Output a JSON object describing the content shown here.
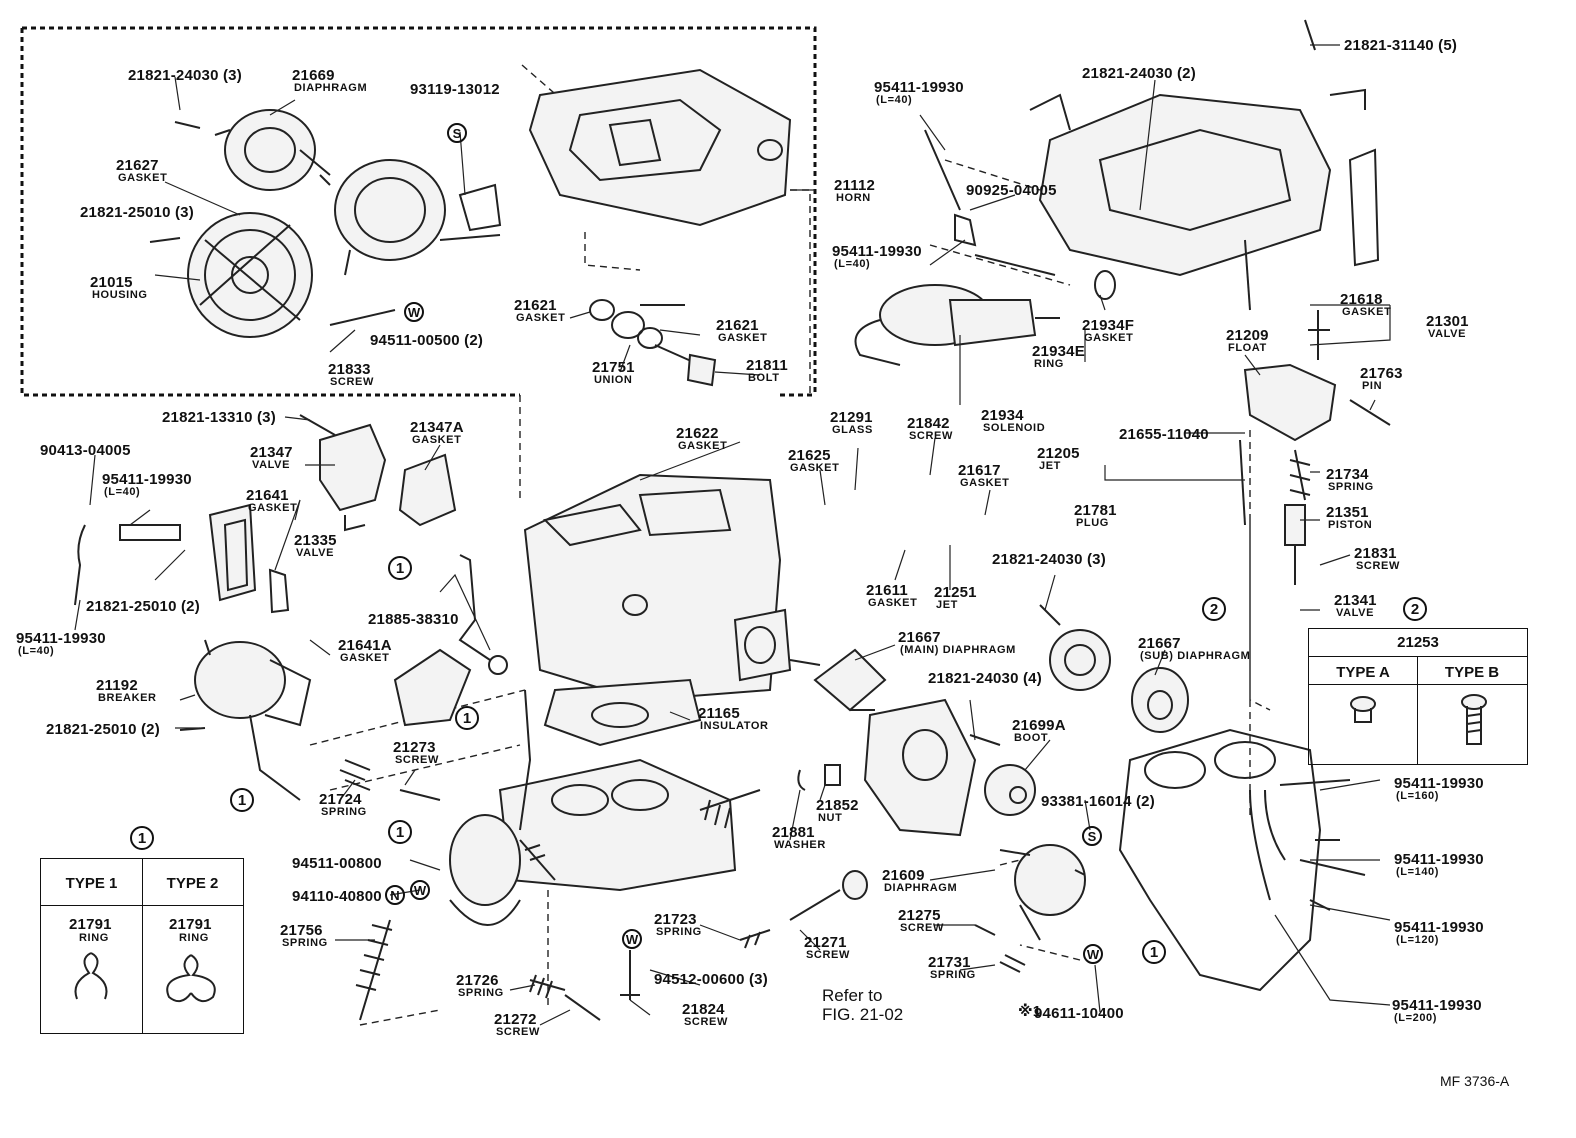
{
  "labels": [
    {
      "id": "l1",
      "pn": "21821-24030 (3)",
      "name": ""
    },
    {
      "id": "l2",
      "pn": "21669",
      "name": "DIAPHRAGM"
    },
    {
      "id": "l3",
      "pn": "93119-13012",
      "name": ""
    },
    {
      "id": "l4",
      "pn": "21627",
      "name": "GASKET"
    },
    {
      "id": "l5",
      "pn": "21821-25010 (3)",
      "name": ""
    },
    {
      "id": "l6",
      "pn": "21015",
      "name": "HOUSING"
    },
    {
      "id": "l7",
      "pn": "94511-00500 (2)",
      "name": ""
    },
    {
      "id": "l8",
      "pn": "21833",
      "name": "SCREW"
    },
    {
      "id": "l9",
      "pn": "21621",
      "name": "GASKET"
    },
    {
      "id": "l10",
      "pn": "21621",
      "name": "GASKET"
    },
    {
      "id": "l11",
      "pn": "21751",
      "name": "UNION"
    },
    {
      "id": "l12",
      "pn": "21811",
      "name": "BOLT"
    },
    {
      "id": "l13",
      "pn": "21112",
      "name": "HORN"
    },
    {
      "id": "l14",
      "pn": "21821-31140 (5)",
      "name": ""
    },
    {
      "id": "l15",
      "pn": "95411-19930",
      "name": "(L=40)"
    },
    {
      "id": "l16",
      "pn": "21821-24030 (2)",
      "name": ""
    },
    {
      "id": "l17",
      "pn": "90925-04005",
      "name": ""
    },
    {
      "id": "l18",
      "pn": "95411-19930",
      "name": "(L=40)"
    },
    {
      "id": "l19",
      "pn": "21934F",
      "name": "GASKET"
    },
    {
      "id": "l20",
      "pn": "21934E",
      "name": "RING"
    },
    {
      "id": "l21",
      "pn": "21934",
      "name": "SOLENOID"
    },
    {
      "id": "l22",
      "pn": "21618",
      "name": "GASKET"
    },
    {
      "id": "l23",
      "pn": "21301",
      "name": "VALVE"
    },
    {
      "id": "l24",
      "pn": "21209",
      "name": "FLOAT"
    },
    {
      "id": "l25",
      "pn": "21763",
      "name": "PIN"
    },
    {
      "id": "l26",
      "pn": "21821-13310 (3)",
      "name": ""
    },
    {
      "id": "l27",
      "pn": "21347A",
      "name": "GASKET"
    },
    {
      "id": "l28",
      "pn": "90413-04005",
      "name": ""
    },
    {
      "id": "l29",
      "pn": "21347",
      "name": "VALVE"
    },
    {
      "id": "l30",
      "pn": "95411-19930",
      "name": "(L=40)"
    },
    {
      "id": "l31",
      "pn": "21641",
      "name": "GASKET"
    },
    {
      "id": "l32",
      "pn": "21335",
      "name": "VALVE"
    },
    {
      "id": "l33",
      "pn": "21821-25010 (2)",
      "name": ""
    },
    {
      "id": "l34",
      "pn": "95411-19930",
      "name": "(L=40)"
    },
    {
      "id": "l35",
      "pn": "21622",
      "name": "GASKET"
    },
    {
      "id": "l36",
      "pn": "21291",
      "name": "GLASS"
    },
    {
      "id": "l37",
      "pn": "21842",
      "name": "SCREW"
    },
    {
      "id": "l38",
      "pn": "21625",
      "name": "GASKET"
    },
    {
      "id": "l39",
      "pn": "21617",
      "name": "GASKET"
    },
    {
      "id": "l40",
      "pn": "21781",
      "name": "PLUG"
    },
    {
      "id": "l41",
      "pn": "21655-11040",
      "name": ""
    },
    {
      "id": "l42",
      "pn": "21205",
      "name": "JET"
    },
    {
      "id": "l43",
      "pn": "21734",
      "name": "SPRING"
    },
    {
      "id": "l44",
      "pn": "21351",
      "name": "PISTON"
    },
    {
      "id": "l45",
      "pn": "21831",
      "name": "SCREW"
    },
    {
      "id": "l46",
      "pn": "21611",
      "name": "GASKET"
    },
    {
      "id": "l47",
      "pn": "21251",
      "name": "JET"
    },
    {
      "id": "l48",
      "pn": "21821-24030 (3)",
      "name": ""
    },
    {
      "id": "l49",
      "pn": "21341",
      "name": "VALVE"
    },
    {
      "id": "l50",
      "pn": "21885-38310",
      "name": ""
    },
    {
      "id": "l51",
      "pn": "21641A",
      "name": "GASKET"
    },
    {
      "id": "l52",
      "pn": "21667",
      "name": "(MAIN) DIAPHRAGM"
    },
    {
      "id": "l53",
      "pn": "21667",
      "name": "(SUB) DIAPHRAGM"
    },
    {
      "id": "l54",
      "pn": "21192",
      "name": "BREAKER"
    },
    {
      "id": "l55",
      "pn": "21821-25010 (2)",
      "name": ""
    },
    {
      "id": "l56",
      "pn": "21165",
      "name": "INSULATOR"
    },
    {
      "id": "l57",
      "pn": "21821-24030 (4)",
      "name": ""
    },
    {
      "id": "l58",
      "pn": "21699A",
      "name": "BOOT"
    },
    {
      "id": "l59",
      "pn": "21273",
      "name": "SCREW"
    },
    {
      "id": "l60",
      "pn": "21724",
      "name": "SPRING"
    },
    {
      "id": "l61",
      "pn": "21852",
      "name": "NUT"
    },
    {
      "id": "l62",
      "pn": "93381-16014 (2)",
      "name": ""
    },
    {
      "id": "l63",
      "pn": "21881",
      "name": "WASHER"
    },
    {
      "id": "l64",
      "pn": "94511-00800",
      "name": ""
    },
    {
      "id": "l65",
      "pn": "94110-40800",
      "name": ""
    },
    {
      "id": "l66",
      "pn": "21609",
      "name": "DIAPHRAGM"
    },
    {
      "id": "l67",
      "pn": "21275",
      "name": "SCREW"
    },
    {
      "id": "l68",
      "pn": "21723",
      "name": "SPRING"
    },
    {
      "id": "l69",
      "pn": "21271",
      "name": "SCREW"
    },
    {
      "id": "l70",
      "pn": "21756",
      "name": "SPRING"
    },
    {
      "id": "l71",
      "pn": "21731",
      "name": "SPRING"
    },
    {
      "id": "l72",
      "pn": "94512-00600 (3)",
      "name": ""
    },
    {
      "id": "l73",
      "pn": "21726",
      "name": "SPRING"
    },
    {
      "id": "l74",
      "pn": "21824",
      "name": "SCREW"
    },
    {
      "id": "l75",
      "pn": "21272",
      "name": "SCREW"
    },
    {
      "id": "l76",
      "pn": "94611-10400",
      "name": ""
    },
    {
      "id": "l77",
      "pn": "95411-19930",
      "name": "(L=160)"
    },
    {
      "id": "l78",
      "pn": "95411-19930",
      "name": "(L=140)"
    },
    {
      "id": "l79",
      "pn": "95411-19930",
      "name": "(L=120)"
    },
    {
      "id": "l80",
      "pn": "95411-19930",
      "name": "(L=200)"
    }
  ],
  "reference_note": {
    "line1": "Refer to",
    "line2": "FIG. 21-02"
  },
  "footnote_mark": "※1",
  "figure_code": "MF  3736-A",
  "table_21253": {
    "title": "21253",
    "col_a": "TYPE  A",
    "col_b": "TYPE  B"
  },
  "table_ring": {
    "mark": "1",
    "col_1": "TYPE 1",
    "col_2": "TYPE 2",
    "pn_1": "21791",
    "name_1": "RING",
    "pn_2": "21791",
    "name_2": "RING"
  },
  "marks": {
    "one": "1",
    "two": "2",
    "s": "S",
    "w": "W",
    "n": "N"
  }
}
